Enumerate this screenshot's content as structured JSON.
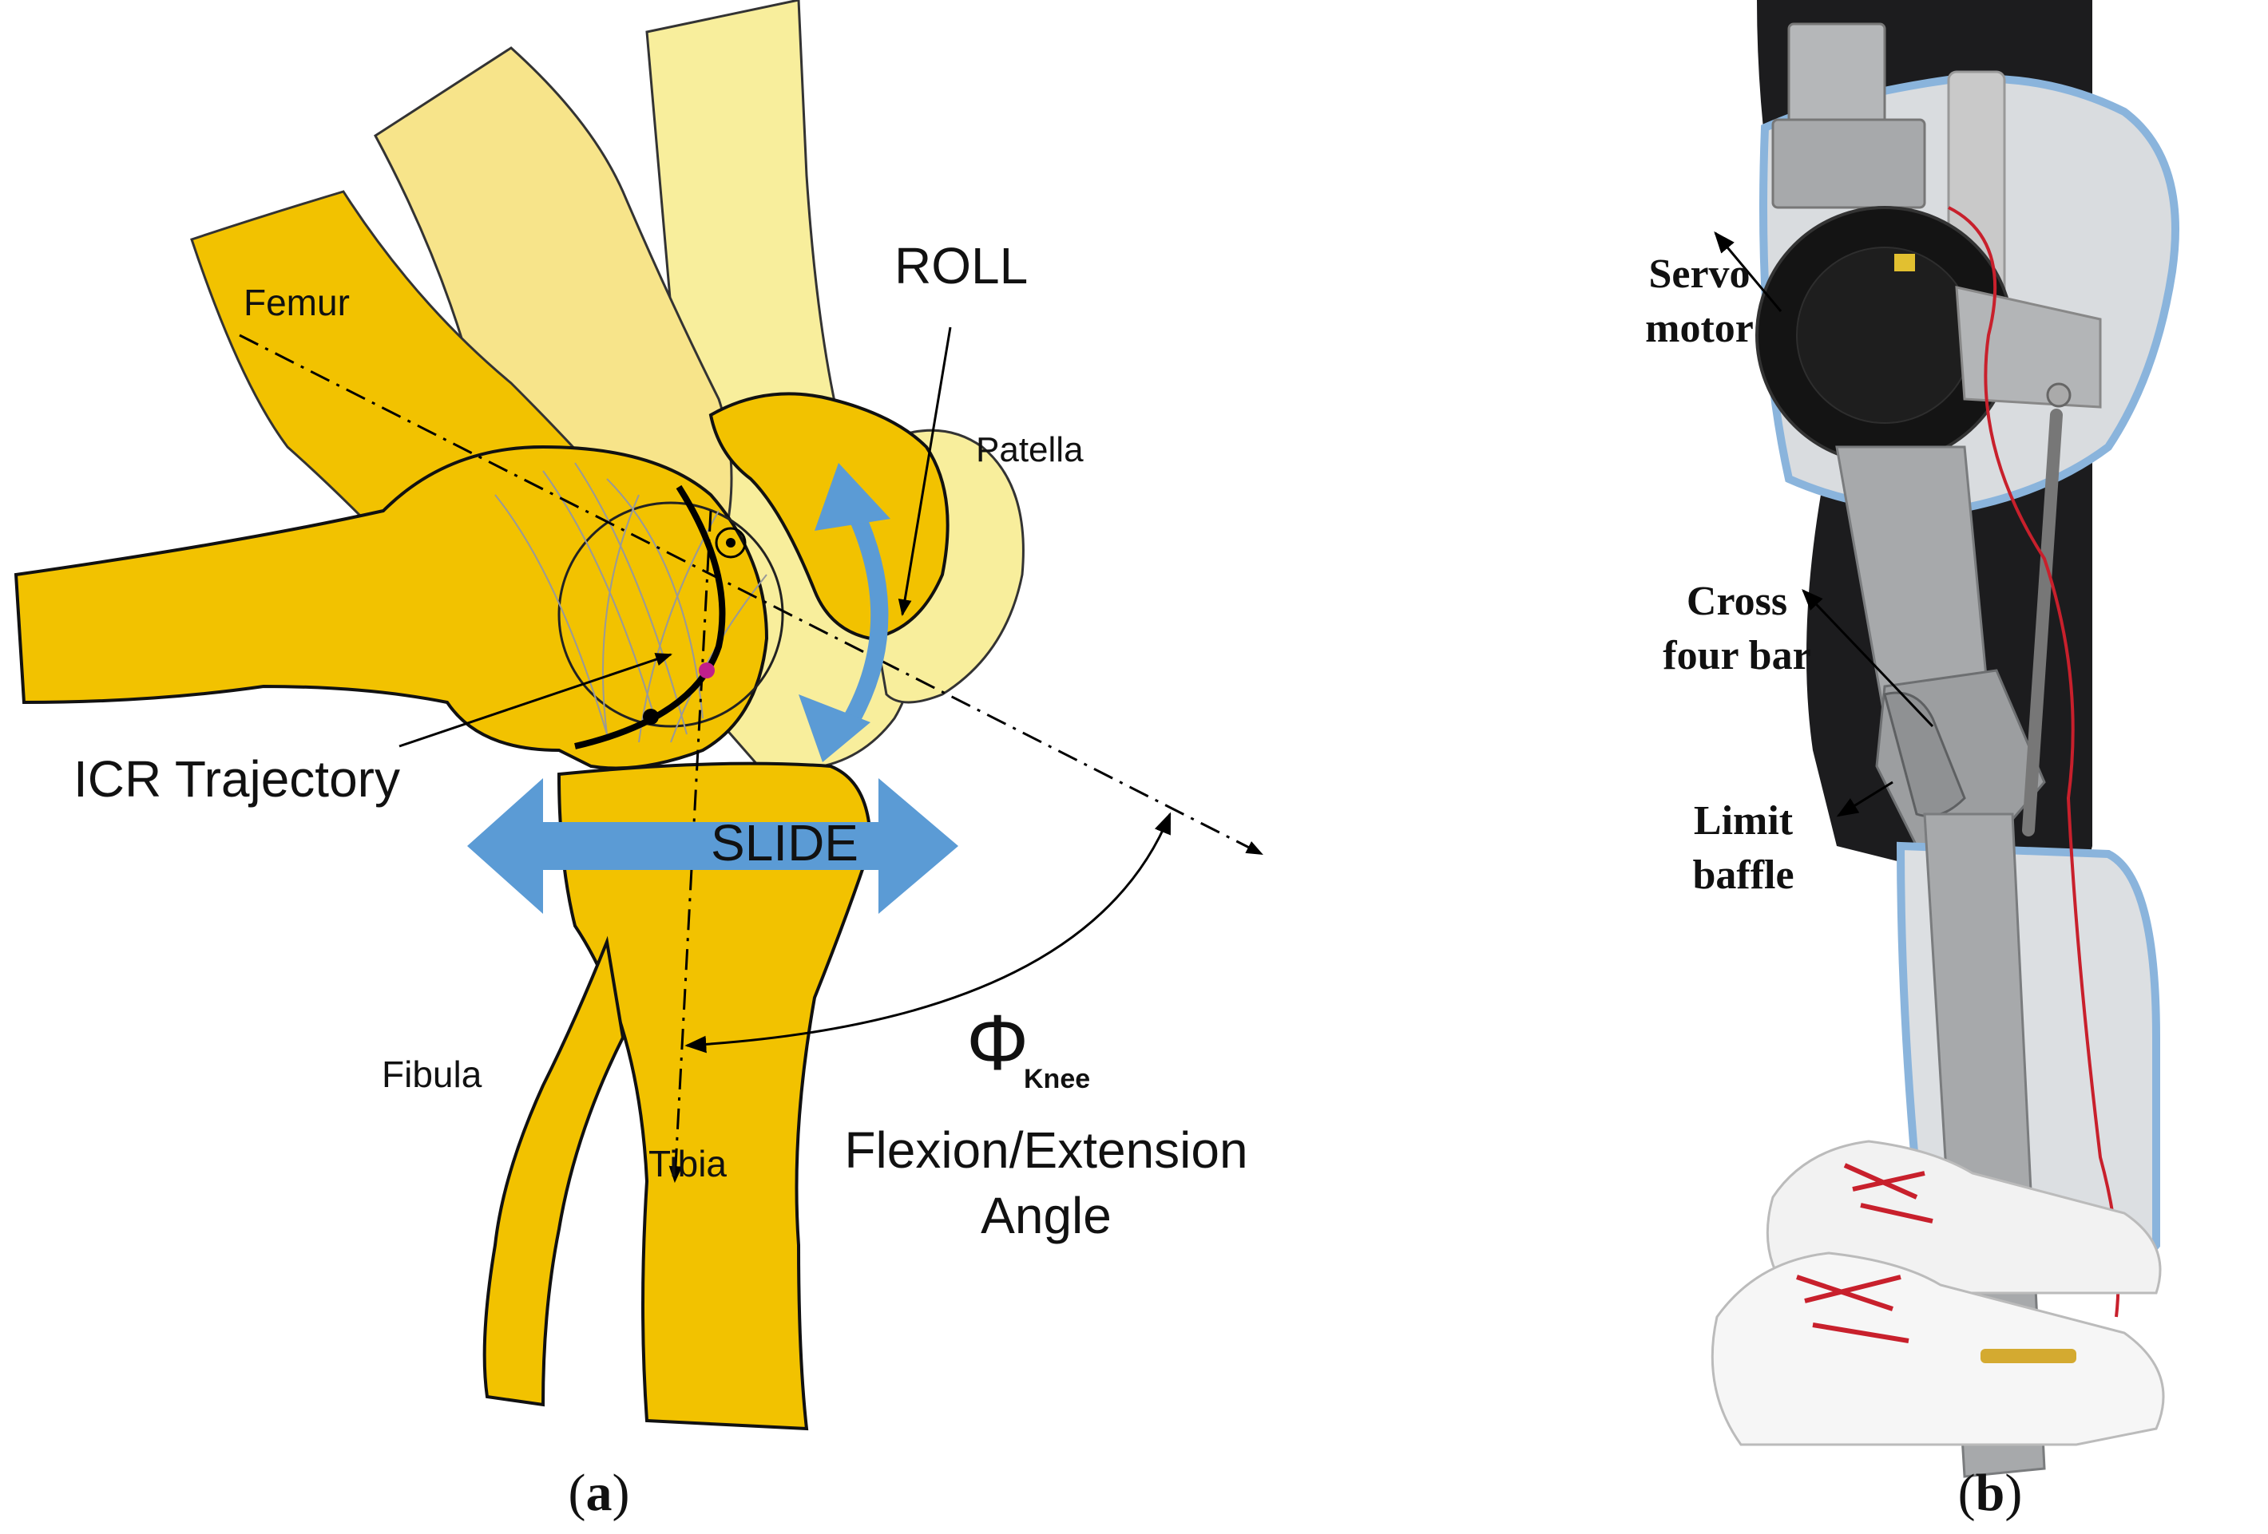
{
  "panel_a": {
    "label_femur": "Femur",
    "label_roll": "ROLL",
    "label_patella": "Patella",
    "label_icr": "ICR Trajectory",
    "label_slide": "SLIDE",
    "label_fibula": "Fibula",
    "label_tibia": "Tibia",
    "label_phi": "Φ",
    "label_phi_sub": "Knee",
    "label_angle_line1": "Flexion/Extension",
    "label_angle_line2": "Angle",
    "caption_open": "(",
    "caption_letter": "a",
    "caption_close": ")"
  },
  "panel_b": {
    "label_servo_line1": "Servo",
    "label_servo_line2": "motor",
    "label_cross_line1": "Cross",
    "label_cross_line2": "four bar",
    "label_limit_line1": "Limit",
    "label_limit_line2": "baffle",
    "caption_open": "(",
    "caption_letter": "b",
    "caption_close": ")"
  },
  "colors": {
    "bone_yellow": "#f2c200",
    "bone_faded": "#f7e48a",
    "bone_pale": "#f8ee9c",
    "arrow_blue": "#5b9bd5",
    "device_metal": "#a7a9ab",
    "pad_gray": "#d9dcdf",
    "trouser_black": "#1c1c1e",
    "motor_black": "#141414",
    "lace_red": "#c8202c"
  }
}
